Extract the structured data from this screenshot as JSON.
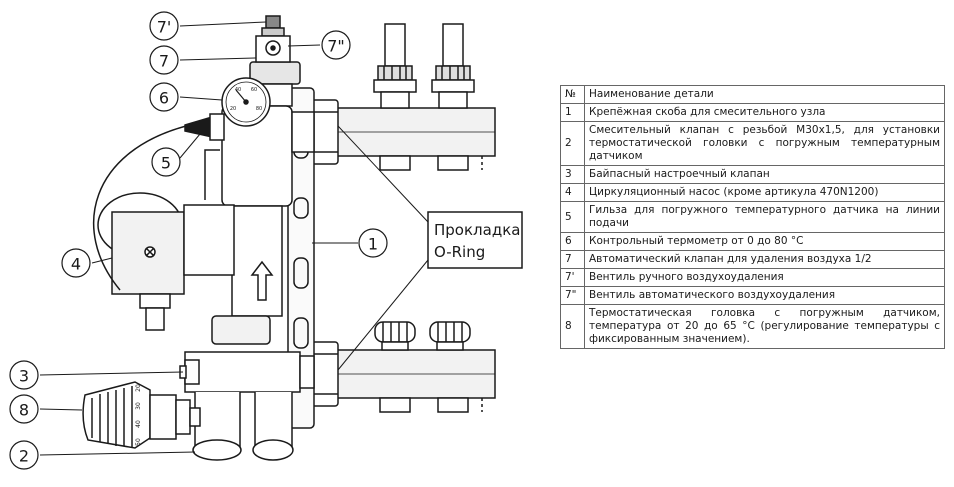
{
  "callouts": {
    "c7a": "7'",
    "c7": "7",
    "c7b": "7\"",
    "c6": "6",
    "c5": "5",
    "c4": "4",
    "c3": "3",
    "c8": "8",
    "c2": "2",
    "c1": "1"
  },
  "gasket_label": {
    "line1": "Прокладка",
    "line2": "O-Ring"
  },
  "thermometer_scale": [
    "20",
    "40",
    "60",
    "80"
  ],
  "thermo_head_scale": [
    "20",
    "30",
    "40",
    "50"
  ],
  "table": {
    "header_num": "№",
    "header_desc": "Наименование детали",
    "rows": [
      {
        "num": "1",
        "desc": "Крепёжная скоба для смесительного узла"
      },
      {
        "num": "2",
        "desc": "Смесительный клапан с резьбой М30х1,5, для установки термостатической головки с погружным температурным датчиком"
      },
      {
        "num": "3",
        "desc": "Байпасный настроечный клапан"
      },
      {
        "num": "4",
        "desc": "Циркуляционный насос (кроме артикула 470N1200)"
      },
      {
        "num": "5",
        "desc": "Гильза для погружного температурного датчика на линии подачи"
      },
      {
        "num": "6",
        "desc": "Контрольный термометр от 0 до 80 °С"
      },
      {
        "num": "7",
        "desc": "Автоматический клапан для удаления воздуха 1/2"
      },
      {
        "num": "7'",
        "desc": "Вентиль ручного воздухоудаления"
      },
      {
        "num": "7\"",
        "desc": "Вентиль автоматического воздухоудаления"
      },
      {
        "num": "8",
        "desc": "Термостатическая головка с погружным датчиком, температура от 20 до 65 °С (регулирование температуры с фиксированным значением)."
      }
    ]
  }
}
